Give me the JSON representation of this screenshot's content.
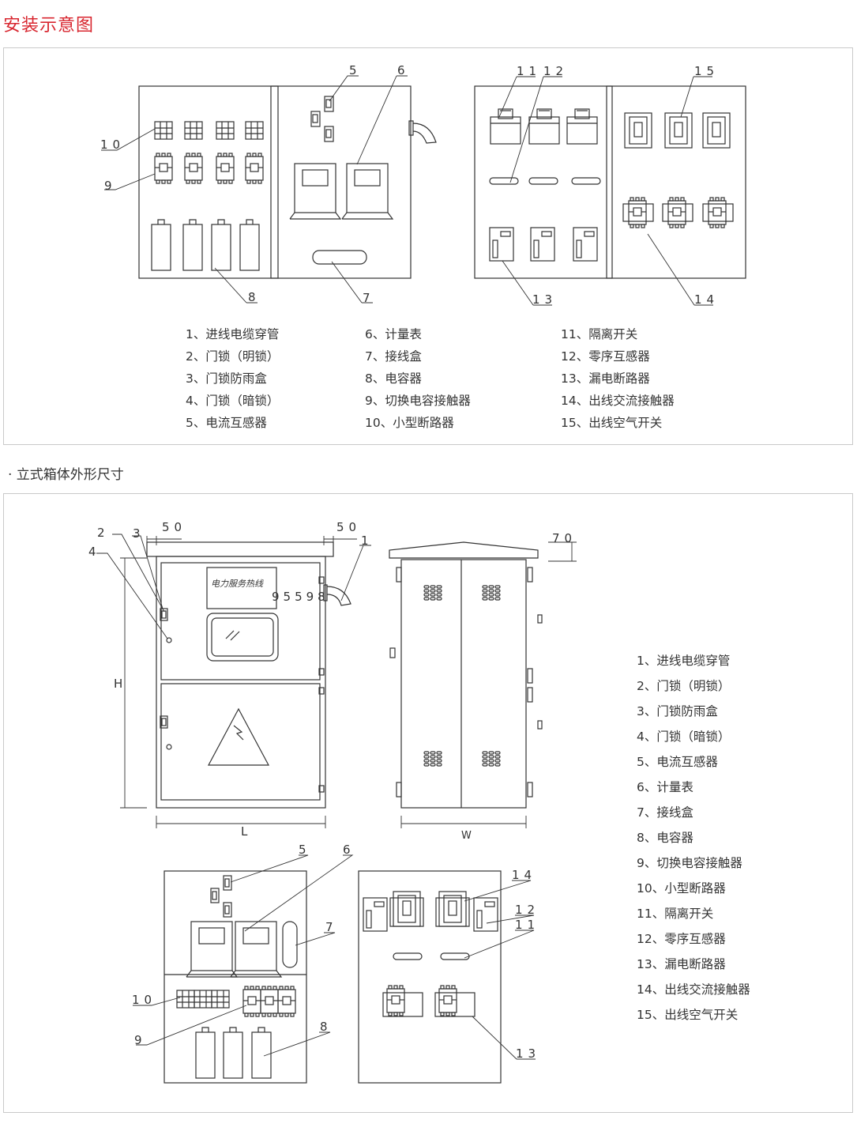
{
  "title": "安装示意图",
  "subtitle": "· 立式箱体外形尺寸",
  "brand_text": "电力服务热线",
  "hotline": "95598",
  "dimensions": {
    "top_left": "50",
    "top_right": "50",
    "roof": "70",
    "height": "H",
    "length": "L",
    "width": "W"
  },
  "callouts": {
    "c1": "1",
    "c2": "2",
    "c3": "3",
    "c4": "4",
    "c5": "5",
    "c6": "6",
    "c7": "7",
    "c8": "8",
    "c9": "9",
    "c10": "10",
    "c11": "11",
    "c12": "12",
    "c13": "13",
    "c14": "14",
    "c15": "15"
  },
  "legend": [
    "1、进线电缆穿管",
    "2、门锁（明锁）",
    "3、门锁防雨盒",
    "4、门锁（暗锁）",
    "5、电流互感器",
    "6、计量表",
    "7、接线盒",
    "8、电容器",
    "9、切换电容接触器",
    "10、小型断路器",
    "11、隔离开关",
    "12、零序互感器",
    "13、漏电断路器",
    "14、出线交流接触器",
    "15、出线空气开关"
  ],
  "colors": {
    "title": "#d8262f",
    "line": "#333333",
    "border": "#c9c9c9"
  }
}
